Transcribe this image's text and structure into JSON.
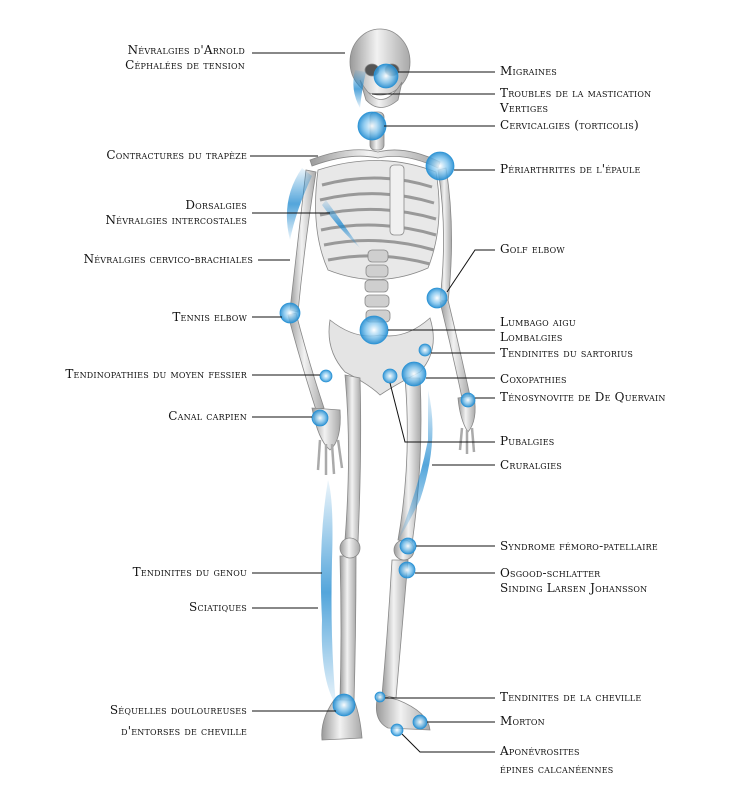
{
  "labels_left": [
    {
      "id": "arnold",
      "lines": [
        "Névralgies d'Arnold",
        "Céphalées de tension"
      ]
    },
    {
      "id": "trapeze",
      "lines": [
        "Contractures du trapèze"
      ]
    },
    {
      "id": "dorsal",
      "lines": [
        "Dorsalgies",
        "Névralgies intercostales"
      ]
    },
    {
      "id": "cervico",
      "lines": [
        "Névralgies cervico-brachiales"
      ]
    },
    {
      "id": "tennis",
      "lines": [
        "Tennis elbow"
      ]
    },
    {
      "id": "fessier",
      "lines": [
        "Tendinopathies du moyen fessier"
      ]
    },
    {
      "id": "carpien",
      "lines": [
        "Canal carpien"
      ]
    },
    {
      "id": "genou",
      "lines": [
        "Tendinites du genou"
      ]
    },
    {
      "id": "sciatique",
      "lines": [
        "Sciatiques"
      ]
    },
    {
      "id": "entorse",
      "lines": [
        "Séquelles douloureuses",
        "d'entorses de cheville"
      ]
    }
  ],
  "labels_right": [
    {
      "id": "migraines",
      "lines": [
        "Migraines"
      ]
    },
    {
      "id": "mastication",
      "lines": [
        "Troubles de la mastication",
        "Vertiges"
      ]
    },
    {
      "id": "cervicalgies",
      "lines": [
        "Cervicalgies (torticolis)"
      ]
    },
    {
      "id": "epaule",
      "lines": [
        "Périarthrites  de l'épaule"
      ]
    },
    {
      "id": "golf",
      "lines": [
        "Golf elbow"
      ]
    },
    {
      "id": "lombago",
      "lines": [
        "Lumbago aigu",
        "Lombalgies"
      ]
    },
    {
      "id": "sartorius",
      "lines": [
        "Tendinites du sartorius"
      ]
    },
    {
      "id": "coxo",
      "lines": [
        "Coxopathies"
      ]
    },
    {
      "id": "quervain",
      "lines": [
        "Ténosynovite de De Quervain"
      ]
    },
    {
      "id": "pubalgie",
      "lines": [
        "Pubalgies"
      ]
    },
    {
      "id": "cruralgie",
      "lines": [
        "Cruralgies"
      ]
    },
    {
      "id": "femoro",
      "lines": [
        "Syndrome fémoro-patellaire"
      ]
    },
    {
      "id": "osgood",
      "lines": [
        "Osgood-schlatter",
        "Sinding Larsen Johansson"
      ]
    },
    {
      "id": "cheville",
      "lines": [
        "Tendinites de la cheville"
      ]
    },
    {
      "id": "morton",
      "lines": [
        "Morton"
      ]
    },
    {
      "id": "apone",
      "lines": [
        "Aponévrosites",
        "épines calcanéennes"
      ]
    }
  ],
  "colors": {
    "accent": "#2a93d5",
    "bone": "#d9d9d9",
    "line": "#111111"
  }
}
